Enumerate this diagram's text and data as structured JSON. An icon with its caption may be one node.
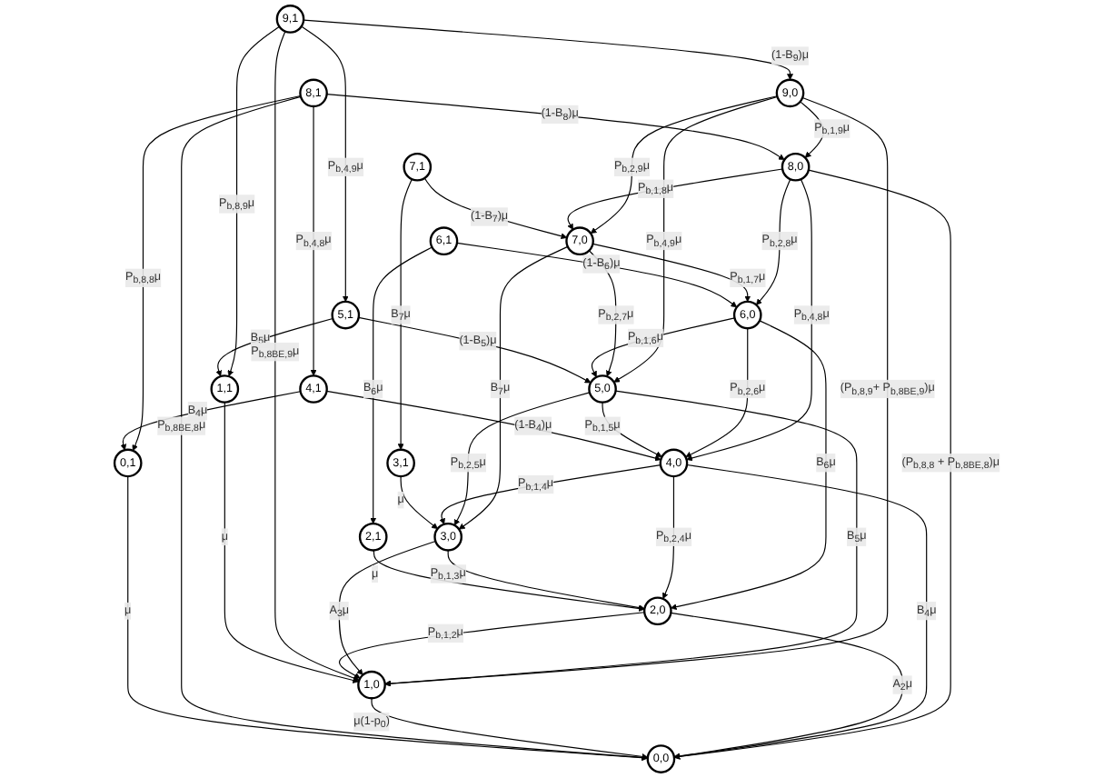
{
  "diagram": {
    "nodes": [
      {
        "text": [
          "0,1"
        ]
      },
      {
        "text": [
          "1,1"
        ]
      },
      {
        "text": [
          "2,1"
        ]
      },
      {
        "text": [
          "3,1"
        ]
      },
      {
        "text": [
          "4,1"
        ]
      },
      {
        "text": [
          "5,1"
        ]
      },
      {
        "text": [
          "6,1"
        ]
      },
      {
        "text": [
          "7,1"
        ]
      },
      {
        "text": [
          "8,1"
        ]
      },
      {
        "text": [
          "9,1"
        ]
      },
      {
        "text": [
          "0,0"
        ]
      },
      {
        "text": [
          "1,0"
        ]
      },
      {
        "text": [
          "2,0"
        ]
      },
      {
        "text": [
          "3,0"
        ]
      },
      {
        "text": [
          "4,0"
        ]
      },
      {
        "text": [
          "5,0"
        ]
      },
      {
        "text": [
          "6,0"
        ]
      },
      {
        "text": [
          "7,0"
        ]
      },
      {
        "text": [
          "8,0"
        ]
      },
      {
        "text": [
          "9,0"
        ]
      }
    ],
    "edges": [
      {
        "from": 0,
        "to": 10,
        "arrow": "to",
        "label": "μ"
      },
      {
        "from": 1,
        "to": 11,
        "arrow": "to",
        "label": "μ"
      },
      {
        "from": 2,
        "to": 12,
        "arrow": "to",
        "label": "μ"
      },
      {
        "from": 3,
        "to": 13,
        "arrow": "to",
        "label": "μ"
      },
      {
        "from": 4,
        "to": 14,
        "arrow": "to",
        "label": "(1-B$_{4}$)μ"
      },
      {
        "from": 5,
        "to": 15,
        "arrow": "to",
        "label": "(1-B$_{5}$)μ"
      },
      {
        "from": 6,
        "to": 16,
        "arrow": "to",
        "label": "(1-B$_{6}$)μ"
      },
      {
        "from": 7,
        "to": 17,
        "arrow": "to",
        "label": "(1-B$_{7}$)μ"
      },
      {
        "from": 8,
        "to": 18,
        "arrow": "to",
        "label": "(1-B$_{8}$)μ"
      },
      {
        "from": 9,
        "to": 19,
        "arrow": "to",
        "label": "(1-B$_{9}$)μ"
      },
      {
        "from": 4,
        "to": 0,
        "arrow": "to",
        "label": "B$_{4}$μ"
      },
      {
        "from": 5,
        "to": 1,
        "arrow": "to",
        "label": "B$_{5}$μ"
      },
      {
        "from": 6,
        "to": 2,
        "arrow": "to",
        "label": "B$_{6}$μ"
      },
      {
        "from": 7,
        "to": 3,
        "arrow": "to",
        "label": "B$_{7}$μ"
      },
      {
        "from": 8,
        "to": 4,
        "arrow": "to",
        "label": "P$_{b,4,8}$μ"
      },
      {
        "from": 9,
        "to": 5,
        "arrow": "to",
        "label": "P$_{b,4,9}$μ"
      },
      {
        "from": 8,
        "to": 0,
        "arrow": "to",
        "label": "P$_{b,8,8}$μ"
      },
      {
        "from": 9,
        "to": 1,
        "arrow": "to",
        "label": "P$_{b,8,9}$μ"
      },
      {
        "from": 8,
        "to": 10,
        "arrow": "to",
        "label": "P$_{b,8BE,8}$μ"
      },
      {
        "from": 9,
        "to": 11,
        "arrow": "to",
        "label": "P$_{b,8BE,9}$μ"
      },
      {
        "from": 11,
        "to": 10,
        "arrow": "to",
        "label": "μ(1-p$_{0}$)"
      },
      {
        "from": 12,
        "to": 11,
        "arrow": "to",
        "label": "P$_{b,1,2}$μ"
      },
      {
        "from": 13,
        "to": 12,
        "arrow": "to",
        "label": "P$_{b,1,3}$μ"
      },
      {
        "from": 14,
        "to": 13,
        "arrow": "to",
        "label": "P$_{b,1,4}$μ"
      },
      {
        "from": 15,
        "to": 14,
        "arrow": "to",
        "label": "P$_{b,1,5}$μ"
      },
      {
        "from": 16,
        "to": 15,
        "arrow": "to",
        "label": "P$_{b,1,6}$μ"
      },
      {
        "from": 17,
        "to": 16,
        "arrow": "to",
        "label": "P$_{b,1,7}$μ"
      },
      {
        "from": 18,
        "to": 17,
        "arrow": "to",
        "label": "P$_{b,1,8}$μ"
      },
      {
        "from": 19,
        "to": 18,
        "arrow": "to",
        "label": "P$_{b,1,9}$μ"
      },
      {
        "from": 12,
        "to": 10,
        "arrow": "to",
        "label": "A$_{2}$μ"
      },
      {
        "from": 13,
        "to": 11,
        "arrow": "to",
        "label": "A$_{3}$μ"
      },
      {
        "from": 14,
        "to": 12,
        "arrow": "to",
        "label": "P$_{b,2,4}$μ"
      },
      {
        "from": 15,
        "to": 13,
        "arrow": "to",
        "label": "P$_{b,2,5}$μ"
      },
      {
        "from": 16,
        "to": 14,
        "arrow": "to",
        "label": "P$_{b,2,6}$μ"
      },
      {
        "from": 17,
        "to": 15,
        "arrow": "to",
        "label": "P$_{b,2,7}$μ"
      },
      {
        "from": 18,
        "to": 16,
        "arrow": "to",
        "label": "P$_{b,2,8}$μ"
      },
      {
        "from": 19,
        "to": 17,
        "arrow": "to",
        "label": "P$_{b,2,9}$μ"
      },
      {
        "from": 14,
        "to": 10,
        "arrow": "to",
        "label": "B$_{4}$μ"
      },
      {
        "from": 15,
        "to": 11,
        "arrow": "to",
        "label": "B$_{5}$μ"
      },
      {
        "from": 16,
        "to": 12,
        "arrow": "to",
        "label": "B$_{6}$μ"
      },
      {
        "from": 17,
        "to": 13,
        "arrow": "to",
        "label": "B$_{7}$μ"
      },
      {
        "from": 18,
        "to": 14,
        "arrow": "to",
        "label": "P$_{b,4,8}$μ"
      },
      {
        "from": 19,
        "to": 15,
        "arrow": "to",
        "label": "P$_{b,4,9}$μ"
      },
      {
        "from": 18,
        "to": 10,
        "arrow": "to",
        "label": "(P$_{b,8,8}$ + P$_{b,8BE,8}$)μ"
      },
      {
        "from": 19,
        "to": 11,
        "arrow": "to",
        "label": "(P$_{b,8,9}$+ P$_{b,8BE,9}$)μ"
      }
    ]
  }
}
